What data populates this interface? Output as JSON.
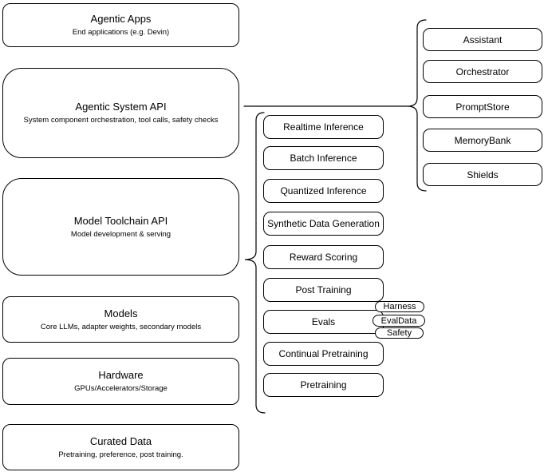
{
  "diagram": {
    "background_color": "#ffffff",
    "stroke_color": "#000000",
    "left_column": [
      {
        "title": "Agentic Apps",
        "subtitle": "End applications (e.g. Devin)"
      },
      {
        "title": "Agentic System API",
        "subtitle": "System component orchestration, tool calls, safety checks"
      },
      {
        "title": "Model Toolchain API",
        "subtitle": "Model development & serving"
      },
      {
        "title": "Models",
        "subtitle": "Core LLMs, adapter weights, secondary models"
      },
      {
        "title": "Hardware",
        "subtitle": "GPUs/Accelerators/Storage"
      },
      {
        "title": "Curated Data",
        "subtitle": "Pretraining, preference, post training."
      }
    ],
    "toolchain_stack": [
      "Realtime Inference",
      "Batch Inference",
      "Quantized Inference",
      "Synthetic Data Generation",
      "Reward Scoring",
      "Post Training",
      "Evals",
      "Continual Pretraining",
      "Pretraining"
    ],
    "evals_tags": [
      "Harness",
      "EvalData",
      "Safety"
    ],
    "system_components": [
      "Assistant",
      "Orchestrator",
      "PromptStore",
      "MemoryBank",
      "Shields"
    ]
  }
}
